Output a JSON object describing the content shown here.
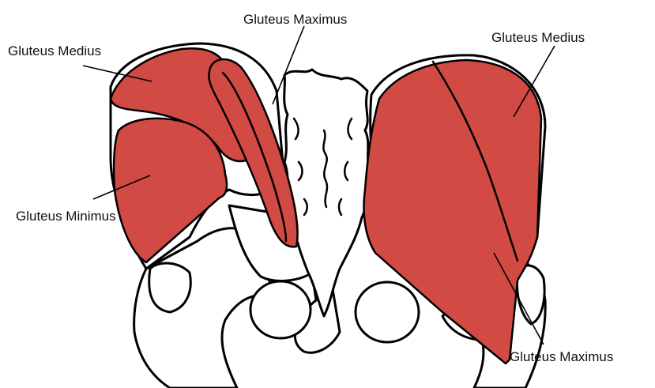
{
  "diagram": {
    "labels": {
      "top_center": "Gluteus Maximus",
      "top_left": "Gluteus Medius",
      "top_right": "Gluteus Medius",
      "middle_left": "Gluteus Minimus",
      "bottom_right": "Gluteus Maximus"
    },
    "colors": {
      "muscle": "#d14a43",
      "bone": "#ffffff",
      "outline": "#000000"
    }
  }
}
